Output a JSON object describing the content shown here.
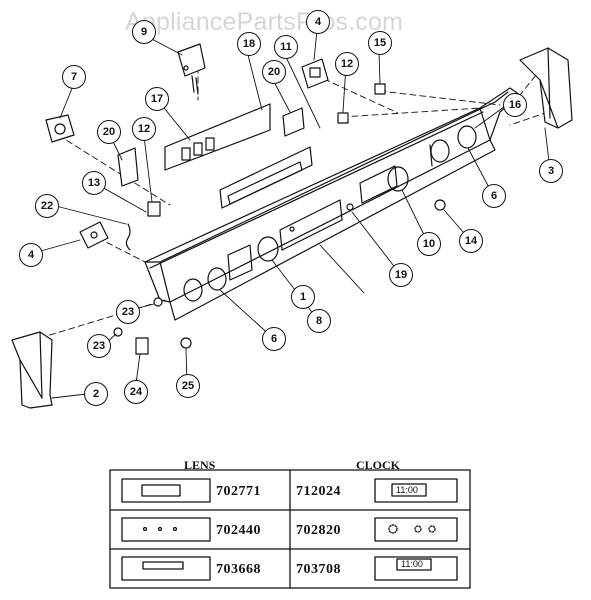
{
  "watermark": "AppliancePartsPros.com",
  "callouts": [
    "1",
    "2",
    "3",
    "4",
    "4",
    "6",
    "6",
    "7",
    "8",
    "9",
    "10",
    "11",
    "12",
    "12",
    "13",
    "14",
    "15",
    "16",
    "17",
    "18",
    "19",
    "20",
    "20",
    "22",
    "23",
    "23",
    "24",
    "25"
  ],
  "table": {
    "lens_header": "LENS",
    "clock_header": "CLOCK",
    "rows": [
      {
        "lens": "702771",
        "clock": "712024",
        "clock_display": "11:00"
      },
      {
        "lens": "702440",
        "clock": "702820",
        "clock_display": ""
      },
      {
        "lens": "703668",
        "clock": "703708",
        "clock_display": "11:00"
      }
    ]
  }
}
